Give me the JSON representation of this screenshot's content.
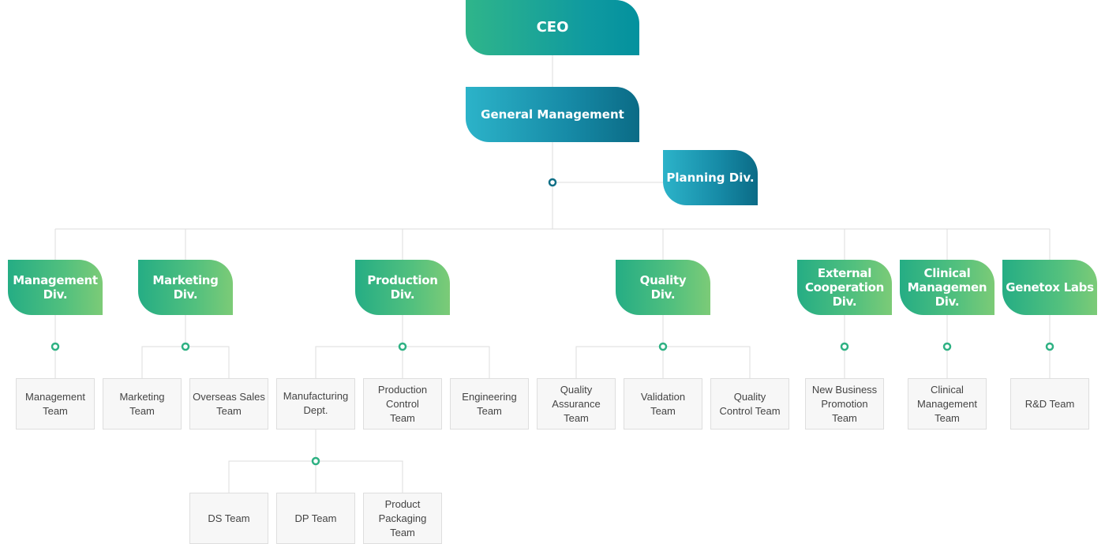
{
  "colors": {
    "connector": "#dcdcdc",
    "dot_green": "#2eb183",
    "dot_teal": "#106f86",
    "team_bg": "#f7f7f7",
    "team_border": "#dedede",
    "team_text": "#444444"
  },
  "ceo": "CEO",
  "general_management": "General Management",
  "planning": "Planning Div.",
  "divisions": [
    {
      "label": "Management\nDiv.",
      "teams": [
        "Management\nTeam"
      ]
    },
    {
      "label": "Marketing\nDiv.",
      "teams": [
        "Marketing\nTeam",
        "Overseas Sales\nTeam"
      ]
    },
    {
      "label": "Production\nDiv.",
      "teams": [
        "Manufacturing\nDept.",
        "Production\nControl\nTeam",
        "Engineering\nTeam"
      ]
    },
    {
      "label": "Quality\nDiv.",
      "teams": [
        "Quality\nAssurance\nTeam",
        "Validation\nTeam",
        "Quality\nControl Team"
      ]
    },
    {
      "label": "External\nCooperation\nDiv.",
      "teams": [
        "New Business\nPromotion\nTeam"
      ]
    },
    {
      "label": "Clinical\nManagemen\nDiv.",
      "teams": [
        "Clinical\nManagement\nTeam"
      ]
    },
    {
      "label": "Genetox Labs",
      "teams": [
        "R&D Team"
      ]
    }
  ],
  "manufacturing_teams": [
    "DS Team",
    "DP Team",
    "Product\nPackaging\nTeam"
  ]
}
